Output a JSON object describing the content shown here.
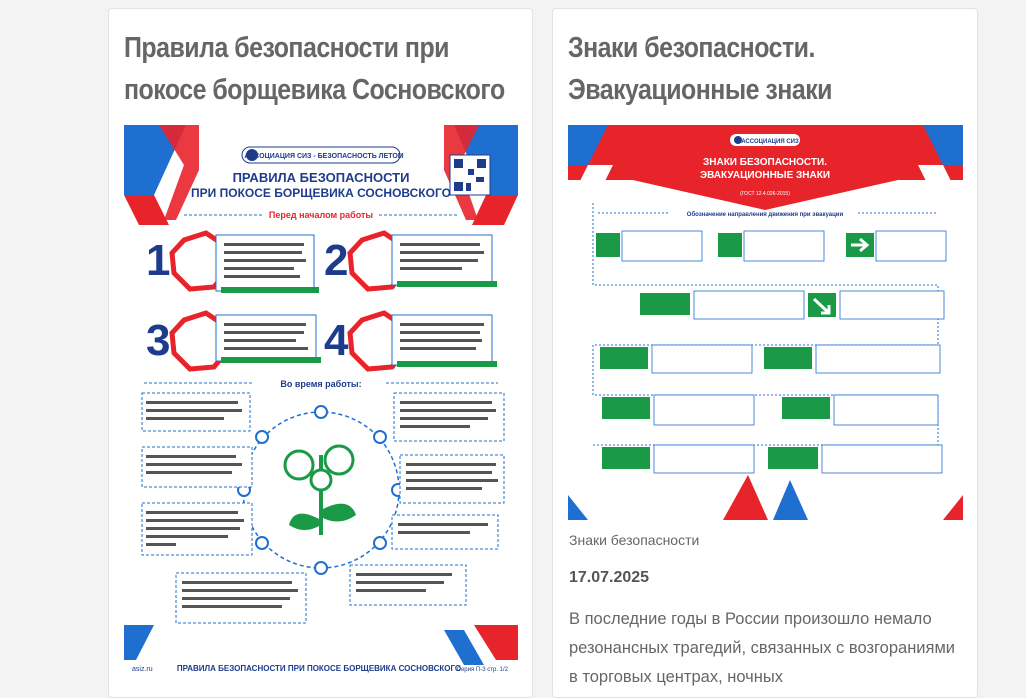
{
  "cards": [
    {
      "title": "Правила безопасности при покосе борщевика Сосновского",
      "poster": {
        "association": "АССОЦИАЦИЯ СИЗ - БЕЗОПАСНОСТЬ ЛЕТОМ",
        "heading_line1": "ПРАВИЛА БЕЗОПАСНОСТИ",
        "heading_line2": "ПРИ ПОКОСЕ БОРЩЕВИКА СОСНОВСКОГО",
        "section_before": "Перед началом работы",
        "section_during": "Во время работы:",
        "steps": [
          "1",
          "2",
          "3",
          "4"
        ],
        "footer_site": "asiz.ru",
        "footer_title": "ПРАВИЛА БЕЗОПАСНОСТИ ПРИ ПОКОСЕ БОРЩЕВИКА СОСНОВСКОГО",
        "footer_series": "Серия П-3 стр. 1/2"
      }
    },
    {
      "title": "Знаки безопасности. Эвакуационные знаки",
      "poster": {
        "association": "АССОЦИАЦИЯ СИЗ",
        "heading_line1": "ЗНАКИ БЕЗОПАСНОСТИ.",
        "heading_line2": "ЭВАКУАЦИОННЫЕ ЗНАКИ",
        "standard": "(ГОСТ 12.4.026-2015)",
        "subheading": "Обозначение направления движения при эвакуации"
      },
      "category": "Знаки безопасности",
      "date": "17.07.2025",
      "excerpt": "В последние годы в России произошло немало резонансных трагедий, связанных с возгораниями в торговых центрах, ночных"
    }
  ],
  "colors": {
    "poster_red": "#e8242b",
    "poster_blue": "#1f6fd1",
    "poster_navy": "#1e3c8c",
    "sign_green": "#1a9a46",
    "title_gray": "#666666"
  }
}
